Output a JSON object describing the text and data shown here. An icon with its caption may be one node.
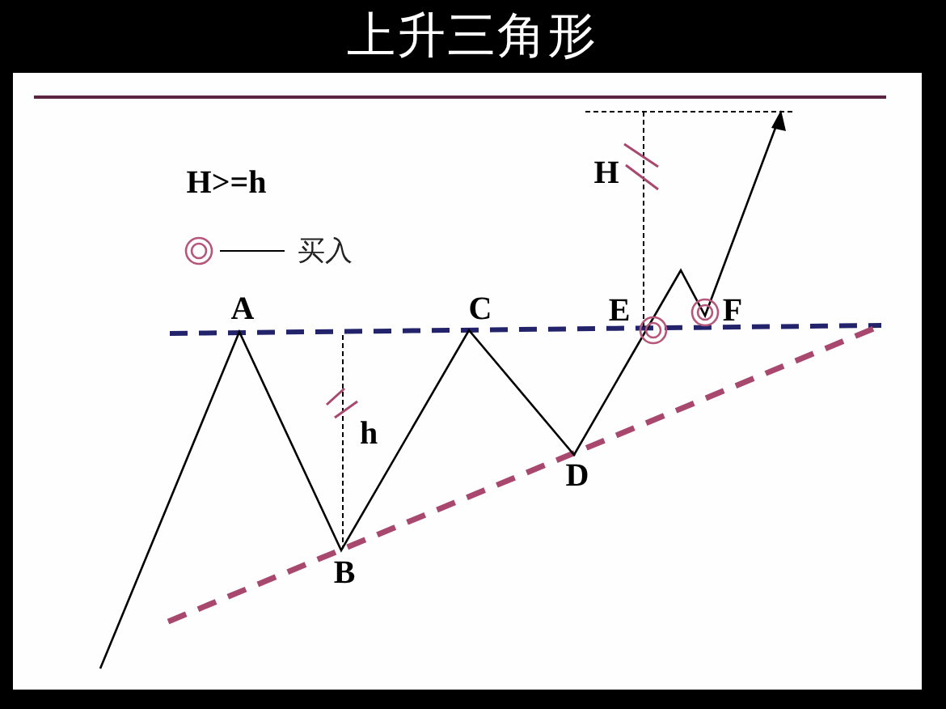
{
  "diagram": {
    "title": "上升三角形",
    "labels": [
      "H>=h",
      "H",
      "A",
      "C",
      "E",
      "F",
      "h",
      "D",
      "B"
    ],
    "legend": [
      {
        "text": "买入"
      }
    ]
  }
}
